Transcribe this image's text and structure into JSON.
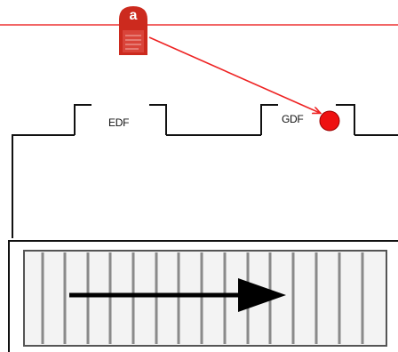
{
  "diagram": {
    "tabs": [
      {
        "label": "EDF"
      },
      {
        "label": "GDF"
      }
    ],
    "badge": {
      "letter": "a",
      "icon": "padlock-tag-icon",
      "color": "#cc2a1e"
    },
    "connector_color": "#ee2222",
    "marker": {
      "icon": "red-circle-marker",
      "color": "#ee1111"
    },
    "conveyor": {
      "icon": "arrow-right-icon",
      "direction": "right"
    }
  }
}
